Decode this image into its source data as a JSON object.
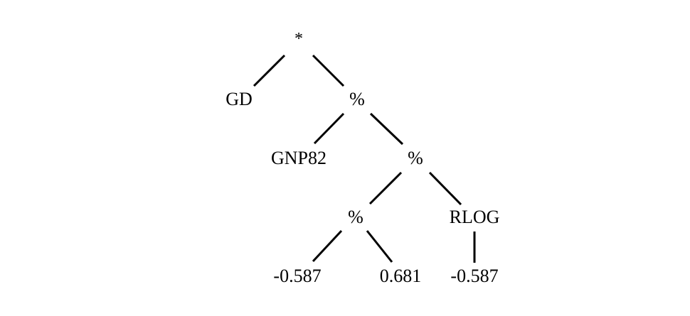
{
  "tree": {
    "nodes": [
      {
        "id": "root",
        "label": "*"
      },
      {
        "id": "gd",
        "label": "GD"
      },
      {
        "id": "div1",
        "label": "%"
      },
      {
        "id": "gnp82",
        "label": "GNP82"
      },
      {
        "id": "div2",
        "label": "%"
      },
      {
        "id": "div3",
        "label": "%"
      },
      {
        "id": "rlog",
        "label": "RLOG"
      },
      {
        "id": "const1",
        "label": "-0.587"
      },
      {
        "id": "const2",
        "label": "0.681"
      },
      {
        "id": "const3",
        "label": "-0.587"
      }
    ],
    "edges": [
      {
        "from": "root",
        "to": "gd"
      },
      {
        "from": "root",
        "to": "div1"
      },
      {
        "from": "div1",
        "to": "gnp82"
      },
      {
        "from": "div1",
        "to": "div2"
      },
      {
        "from": "div2",
        "to": "div3"
      },
      {
        "from": "div2",
        "to": "rlog"
      },
      {
        "from": "div3",
        "to": "const1"
      },
      {
        "from": "div3",
        "to": "const2"
      },
      {
        "from": "rlog",
        "to": "const3"
      }
    ]
  }
}
